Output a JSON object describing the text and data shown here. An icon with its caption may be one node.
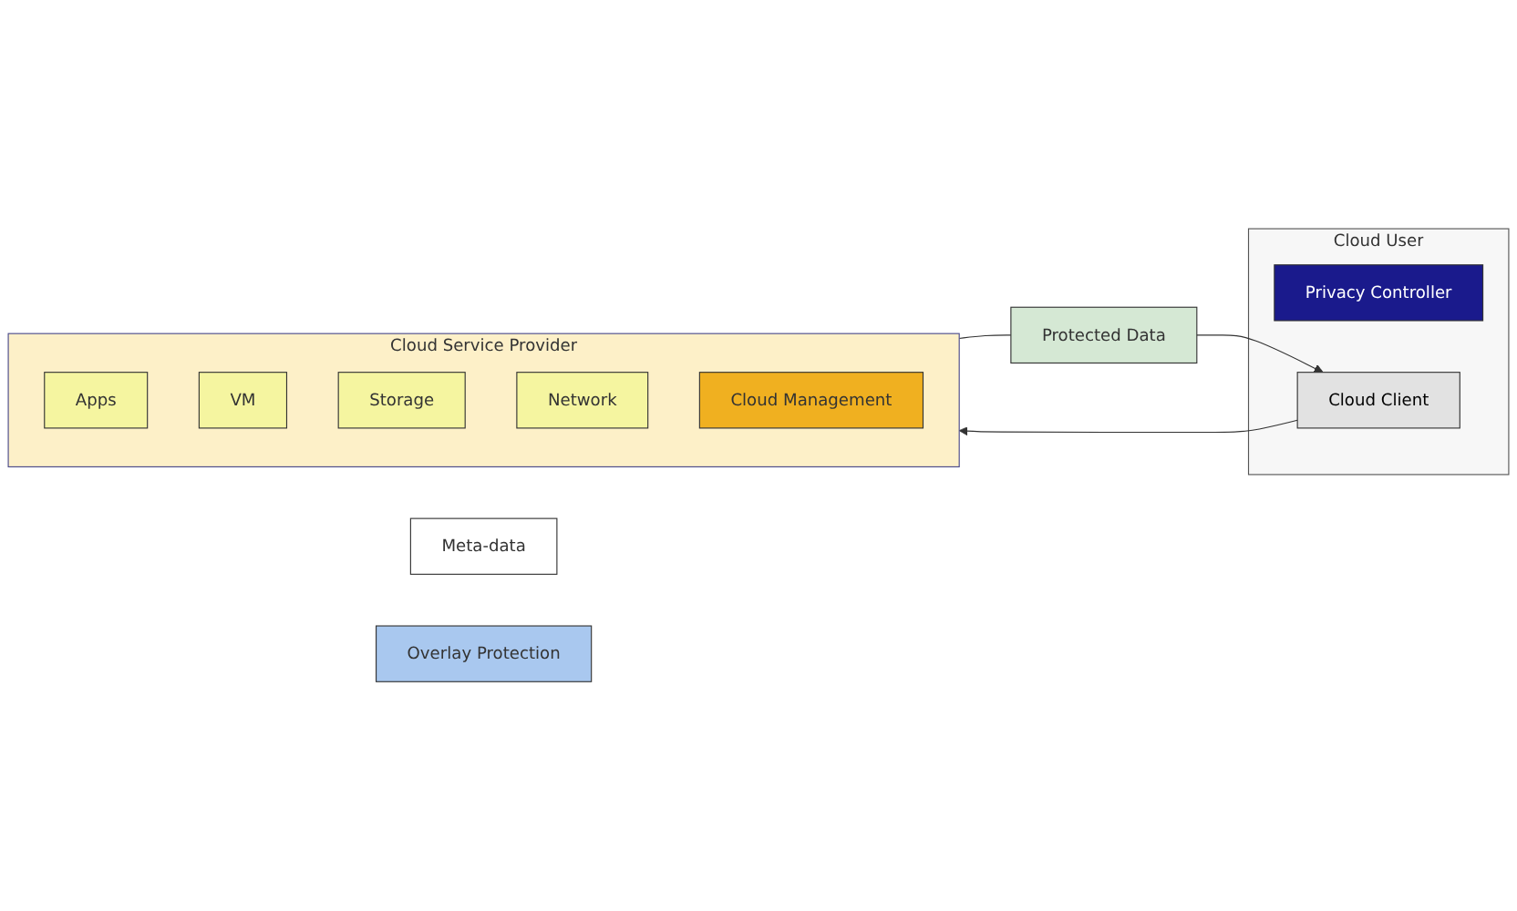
{
  "diagram": {
    "nodes": [
      {
        "text": [
          "Cloud User"
        ]
      },
      {
        "text": [
          "Privacy Controller"
        ],
        "in": 0
      },
      {
        "text": [
          "Cloud Client"
        ],
        "in": 0
      },
      {
        "text": [
          "Meta-data"
        ]
      },
      {
        "text": [
          "Overlay Protection"
        ]
      },
      {
        "text": [
          "Protected Data"
        ]
      },
      {
        "text": [
          "Cloud Service Provider"
        ]
      },
      {
        "text": [
          "Apps"
        ],
        "in": 6
      },
      {
        "text": [
          "VM"
        ],
        "in": 6
      },
      {
        "text": [
          "Storage"
        ],
        "in": 6
      },
      {
        "text": [
          "Network"
        ],
        "in": 6
      },
      {
        "text": [
          "Cloud Management"
        ],
        "in": 6
      }
    ],
    "edges": [
      {
        "from": 6,
        "to": 5,
        "arrow": "none"
      },
      {
        "from": 5,
        "to": 2,
        "arrow": "to"
      },
      {
        "from": 2,
        "to": 6,
        "arrow": "to"
      }
    ]
  }
}
